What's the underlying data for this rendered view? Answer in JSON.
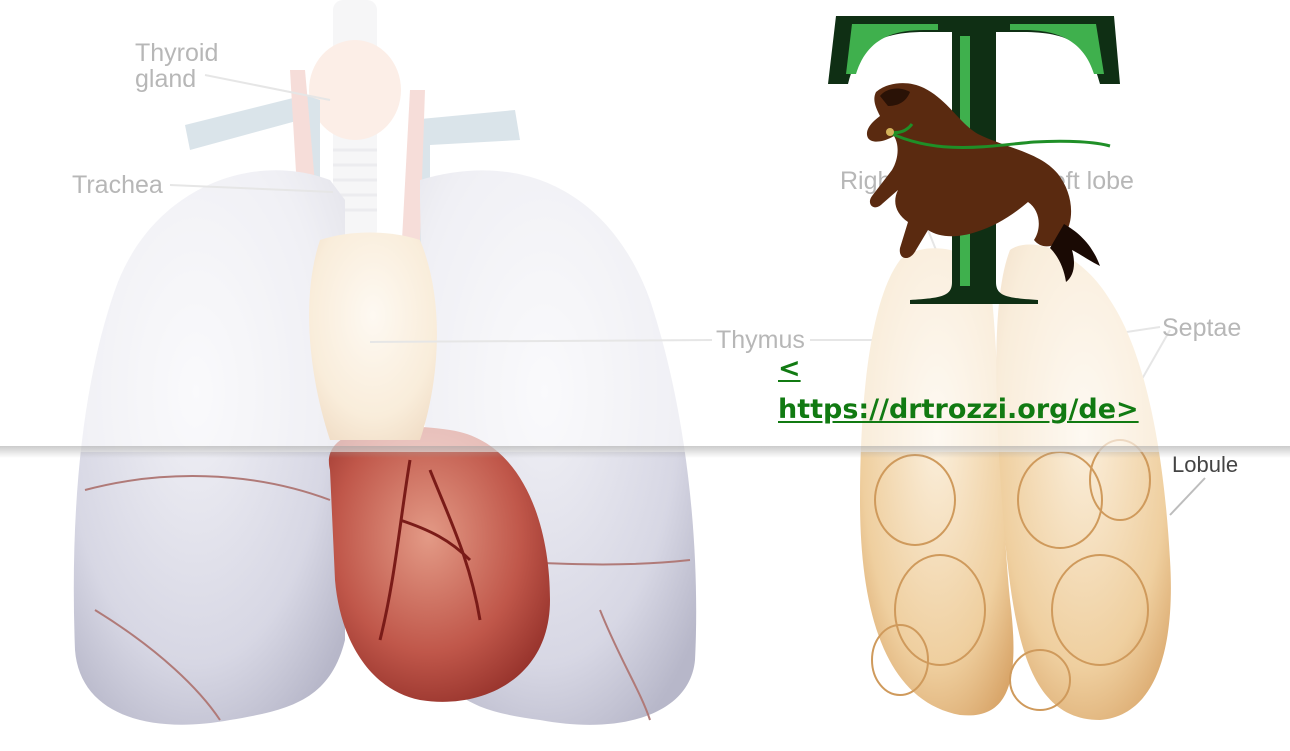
{
  "colors": {
    "link": "#117a12",
    "logo_green_dark": "#0e5c1a",
    "logo_green_light": "#4ec25a",
    "horse_brown": "#5a2a10",
    "lung": "#dcdce8",
    "heart": "#b5423a",
    "thymus": "#f1d9b8"
  },
  "labels": {
    "thyroid": "Thyroid\ngland",
    "trachea": "Trachea",
    "thymus": "Thymus",
    "right_lobe": "Right lobe",
    "left_lobe": "Left lobe",
    "septae": "Septae",
    "lobule": "Lobule"
  },
  "link": {
    "line1": "<",
    "line2": "https://drtrozzi.org/de>"
  },
  "logo": {
    "letter": "T",
    "icon": "horse-rearing-icon"
  }
}
